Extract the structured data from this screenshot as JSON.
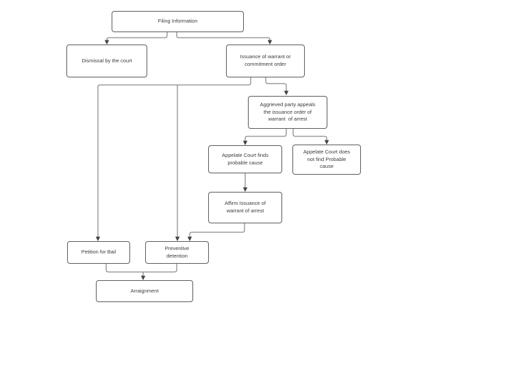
{
  "colors": {
    "background": "#ffffff",
    "node_fill": "#ffffff",
    "node_border": "#595959",
    "connector": "#6b6b6b",
    "arrowhead": "#424242",
    "text": "#3b3b3b"
  },
  "nodes": {
    "filing": {
      "label": "Filing Information"
    },
    "dismissal": {
      "label": "Dismissal by the court"
    },
    "issuance": {
      "label": "Issuance of warrant or\ncommitment order"
    },
    "aggrieved": {
      "label": "Aggrieved party appeals\nthe issuance order of\nwarrant  of arrest"
    },
    "court_finds": {
      "label": "Appelate Court finds\nprobable cause"
    },
    "court_not_find": {
      "label": "Appelate Court does\nnot find Probable\ncause"
    },
    "affirm": {
      "label": "Affirm Issuance of\nwarrant of arrest"
    },
    "petition": {
      "label": "Petition for Bail"
    },
    "preventive": {
      "label": "Preventive\ndetention"
    },
    "arraignment": {
      "label": "Arraignment"
    }
  },
  "edges": [
    {
      "from": "filing",
      "to": "dismissal"
    },
    {
      "from": "filing",
      "to": "issuance"
    },
    {
      "from": "issuance",
      "to": "aggrieved"
    },
    {
      "from": "issuance",
      "to": "petition"
    },
    {
      "from": "issuance",
      "to": "preventive"
    },
    {
      "from": "aggrieved",
      "to": "court_finds"
    },
    {
      "from": "aggrieved",
      "to": "court_not_find"
    },
    {
      "from": "court_finds",
      "to": "affirm"
    },
    {
      "from": "affirm",
      "to": "preventive"
    },
    {
      "from": "petition",
      "to": "arraignment"
    },
    {
      "from": "preventive",
      "to": "arraignment"
    }
  ],
  "stub_arrow": {
    "at": "affirm-right-edge",
    "direction": "right"
  }
}
